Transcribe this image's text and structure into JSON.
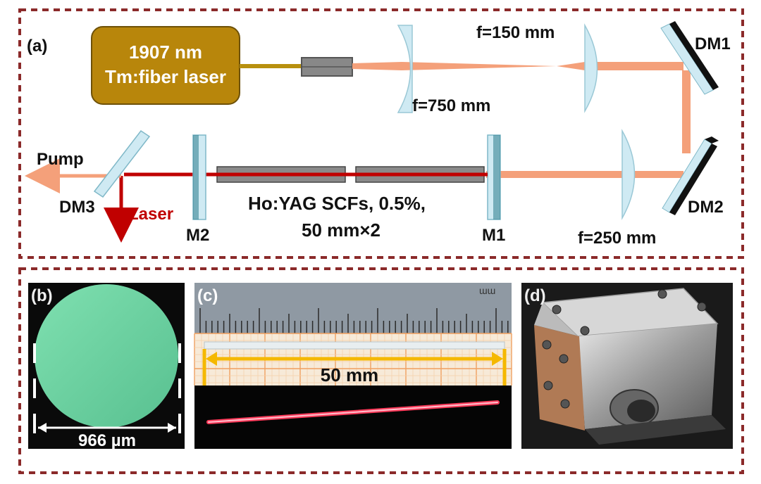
{
  "panel_a": {
    "tag": "(a)",
    "source_line1": "1907 nm",
    "source_line2": "Tm:fiber laser",
    "f150": "f=150 mm",
    "f750": "f=750 mm",
    "f250": "f=250 mm",
    "dm1": "DM1",
    "dm2": "DM2",
    "dm3": "DM3",
    "m1": "M1",
    "m2": "M2",
    "pump": "Pump",
    "laser": "Laser",
    "crystal_line1": "Ho:YAG SCFs, 0.5%,",
    "crystal_line2": "50 mm×2"
  },
  "panel_b": {
    "tag": "(b)",
    "diameter": "966 µm"
  },
  "panel_c": {
    "tag": "(c)",
    "length": "50 mm",
    "ruler_unit": "ɯɯ"
  },
  "panel_d": {
    "tag": "(d)"
  },
  "colors": {
    "frame": "#8b2a2a",
    "source_box": "#b8860b",
    "pump_beam": "#f4a07a",
    "laser_beam": "#c00000",
    "optic": "#cfeaf3",
    "mirror_face": "#7fd0e0",
    "crystal": "#8a8a8a",
    "fiber_face": "#66cc99",
    "measure": "#f5b800"
  }
}
